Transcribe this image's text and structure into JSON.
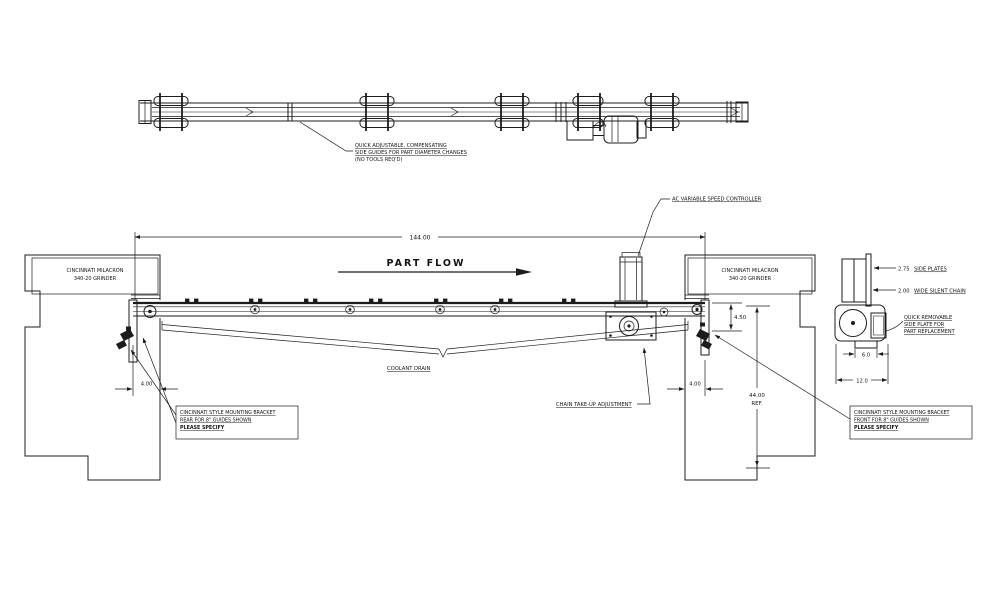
{
  "colors": {
    "line": "#1c1c1c",
    "background": "#ffffff"
  },
  "plan_view": {
    "side_guides_note": {
      "line1": "QUICK ADJUSTABLE, COMPENSATING",
      "line2": "SIDE GUIDES FOR PART DIAMETER CHANGES",
      "line3": "(NO TOOLS REQ'D)"
    }
  },
  "elevation_view": {
    "part_flow": "PART FLOW",
    "overall_length": "144.00",
    "left_machine": {
      "line1": "CINCINNATI MILACRON",
      "line2": "340-20 GRINDER"
    },
    "right_machine": {
      "line1": "CINCINNATI MILACRON",
      "line2": "340-20 GRINDER"
    },
    "ac_controller_note": "AC VARIABLE SPEED CONTROLLER",
    "coolant_drain_note": "COOLANT DRAIN",
    "chain_takeup_note": "CHAIN TAKE-UP ADJUSTMENT",
    "left_bracket_note": {
      "line1": "CINCINNATI STYLE MOUNTING BRACKET",
      "line2": "REAR FOR 8\" GUIDES SHOWN",
      "line3": "PLEASE SPECIFY"
    },
    "right_bracket_note": {
      "line1": "CINCINNATI STYLE MOUNTING BRACKET",
      "line2": "FRONT FOR 8\" GUIDES SHOWN",
      "line3": "PLEASE SPECIFY"
    },
    "dim_left_offset": "4.00",
    "dim_right_offset": "4.00",
    "dim_bed_height": "4.50",
    "dim_ref_height": {
      "line1": "44.00",
      "line2": "REF."
    }
  },
  "end_view": {
    "dim_side_plates": "2.75",
    "side_plates_label": "SIDE PLATES",
    "dim_chain_width": "2.00",
    "chain_label": "WIDE SILENT CHAIN",
    "removable_plate_note": {
      "line1": "QUICK REMOVABLE",
      "line2": "SIDE PLATE FOR",
      "line3": "PART REPLACEMENT"
    },
    "dim_block_width": "6.0",
    "dim_base_width": "12.0"
  }
}
